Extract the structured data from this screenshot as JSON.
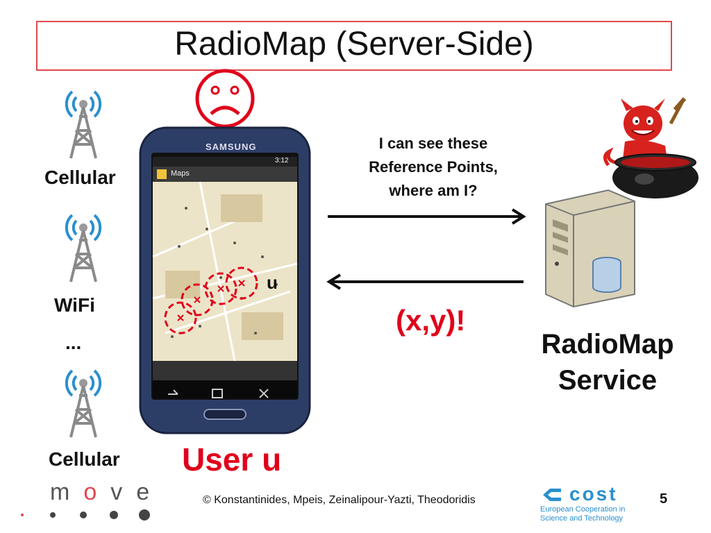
{
  "slide": {
    "title": "RadioMap (Server-Side)",
    "page_number": "5",
    "copyright": "© Konstantinides, Mpeis, Zeinalipour-Yazti, Theodoridis"
  },
  "towers": [
    {
      "label": "Cellular"
    },
    {
      "label": "WiFi"
    },
    {
      "ellipsis": "..."
    },
    {
      "label": "Cellular"
    }
  ],
  "phone": {
    "brand": "SAMSUNG",
    "app_name": "Maps",
    "time": "3:12",
    "map_user_marker": "u"
  },
  "request_message": [
    "I can see these",
    "Reference Points,",
    "where am I?"
  ],
  "reply_message": "(x,y)!",
  "service_label": [
    "RadioMap",
    "Service"
  ],
  "user_label": "User u",
  "logos": {
    "move": [
      "m",
      "o",
      "v",
      "e"
    ],
    "cost_name": "cost",
    "cost_sub": [
      "European Cooperation in",
      "Science and Technology"
    ]
  },
  "colors": {
    "title_border": "#e0484e",
    "accent_red": "#e0001b",
    "signal_blue": "#2a8fd0",
    "tower_gray": "#8a8a8a"
  }
}
